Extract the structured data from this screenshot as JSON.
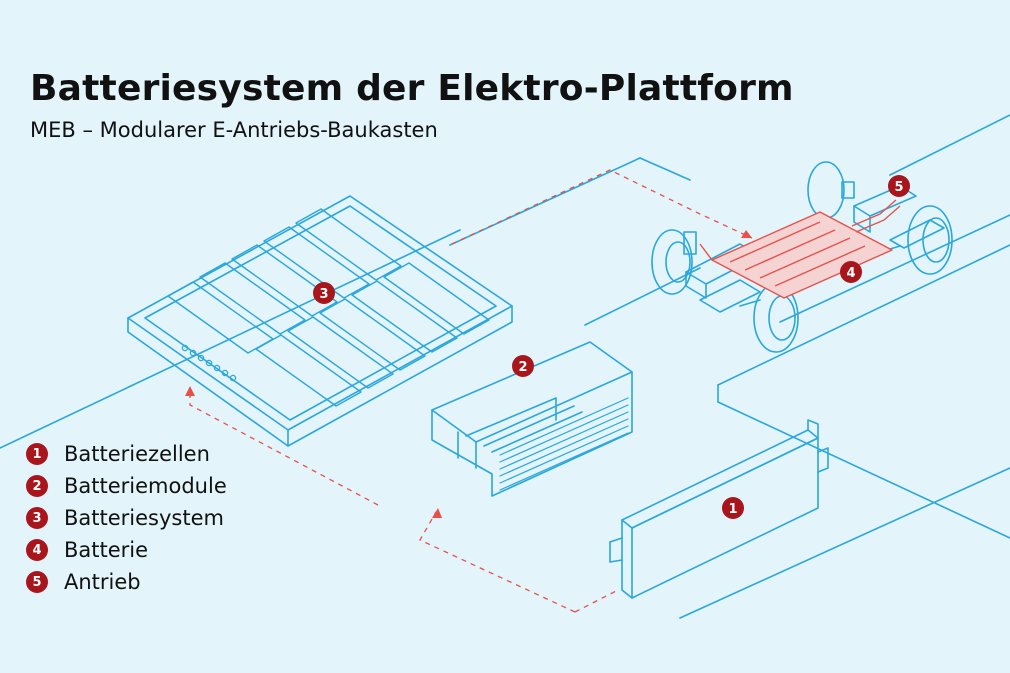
{
  "title": "Batteriesystem der Elektro-Plattform",
  "subtitle": "MEB – Modularer E-Antriebs-Baukasten",
  "colors": {
    "background": "#e3f4fb",
    "line": "#2aa7dc",
    "accent": "#a8161c",
    "dashed": "#e8514a",
    "text": "#111111"
  },
  "legend": [
    {
      "number": "1",
      "label": "Batteriezellen"
    },
    {
      "number": "2",
      "label": "Batteriemodule"
    },
    {
      "number": "3",
      "label": "Batteriesystem"
    },
    {
      "number": "4",
      "label": "Batterie"
    },
    {
      "number": "5",
      "label": "Antrieb"
    }
  ],
  "markers": {
    "cell": "1",
    "module": "2",
    "system": "3",
    "battery": "4",
    "drive": "5"
  }
}
